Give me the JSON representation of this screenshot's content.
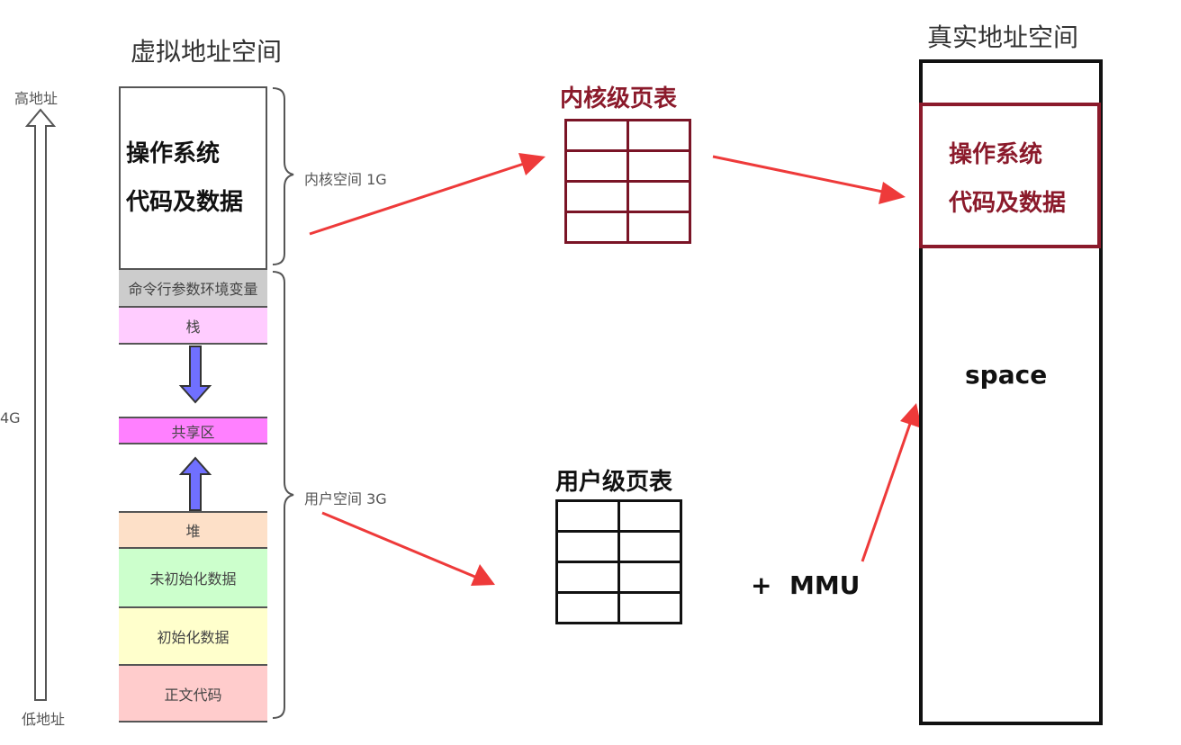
{
  "virtual": {
    "title": "虚拟地址空间",
    "high_label": "高地址",
    "low_label": "低地址",
    "size_label": "4G",
    "kernel_block": {
      "line1": "操作系统",
      "line2": "代码及数据"
    },
    "segments": {
      "cmdline": "命令行参数环境变量",
      "stack": "栈",
      "shared": "共享区",
      "heap": "堆",
      "bss": "未初始化数据",
      "data": "初始化数据",
      "text": "正文代码"
    },
    "kernel_space_label": "内核空间 1G",
    "user_space_label": "用户空间 3G"
  },
  "tables": {
    "kernel_title": "内核级页表",
    "user_title": "用户级页表",
    "mmu_label": "+  MMU"
  },
  "physical": {
    "title": "真实地址空间",
    "os_line1": "操作系统",
    "os_line2": "代码及数据",
    "space_label": "space"
  },
  "colors": {
    "kernel_red": "#8b1a2b",
    "arrow_red": "#ee3a3a",
    "stack_pink": "#ffccff",
    "shared_magenta": "#ff80ff",
    "heap_peach": "#fde0c8",
    "bss_green": "#ccffcc",
    "data_yellow": "#ffffcc",
    "text_rose": "#ffcccc",
    "cmdline_gray": "#cccccc",
    "arrow_blue": "#7070ff"
  }
}
